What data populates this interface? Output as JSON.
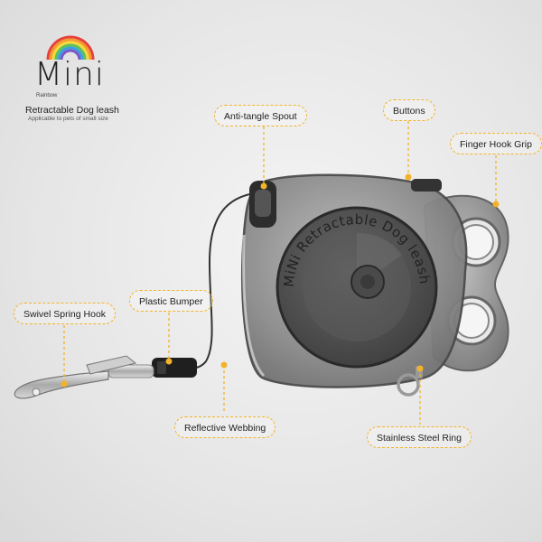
{
  "brand": {
    "name": "Mini",
    "sub": "Rainbow",
    "product": "Retractable Dog leash",
    "note": "Applicable to pets of small size"
  },
  "device": {
    "engraving": "MiNi Retractable Dog leash"
  },
  "callouts": {
    "anti_tangle": "Anti-tangle Spout",
    "buttons": "Buttons",
    "finger_hook": "Finger Hook Grip",
    "swivel_hook": "Swivel Spring Hook",
    "plastic_bumper": "Plastic Bumper",
    "reflective_webbing": "Reflective Webbing",
    "steel_ring": "Stainless Steel Ring"
  },
  "colors": {
    "callout_accent": "#f2b32a",
    "rainbow": [
      "#e8403b",
      "#f39c2e",
      "#f7d83c",
      "#5cc05a",
      "#3a9fe0",
      "#7b55c7"
    ]
  }
}
